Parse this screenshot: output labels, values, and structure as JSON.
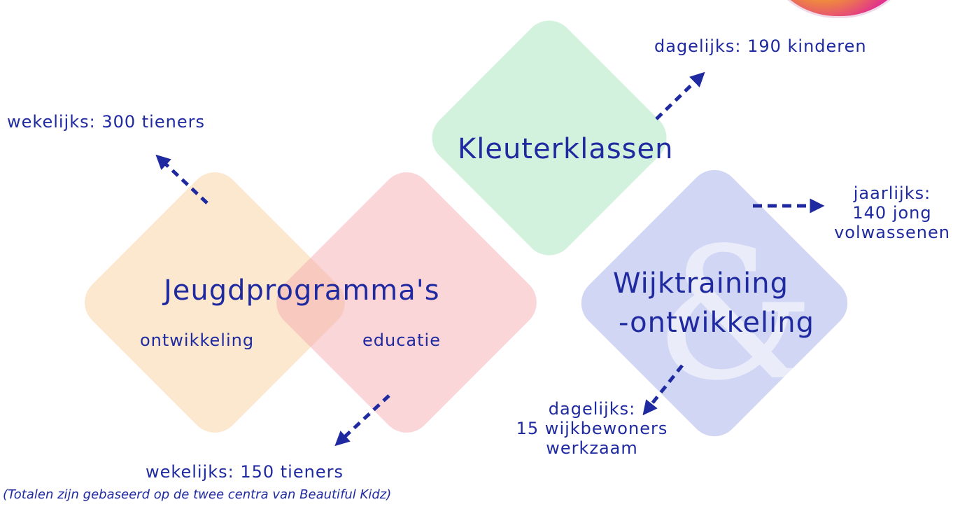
{
  "diagram": {
    "center_labels": {
      "kleuterklassen": "Kleuterklassen",
      "jeugd": "Jeugdprogramma's",
      "ontwikkeling": "ontwikkeling",
      "educatie": "educatie",
      "wijk_line1": "Wijktraining",
      "wijk_line2": "-ontwikkeling",
      "ampersand": "&"
    },
    "annotations": {
      "dagelijks_190": "dagelijks: 190 kinderen",
      "wekelijks_300": "wekelijks: 300 tieners",
      "jaarlijks_line1": "jaarlijks:",
      "jaarlijks_line2": "140 jong",
      "jaarlijks_line3": "volwassenen",
      "dagelijks_15_line1": "dagelijks:",
      "dagelijks_15_line2": "15 wijkbewoners",
      "dagelijks_15_line3": "werkzaam",
      "wekelijks_150": "wekelijks: 150 tieners"
    },
    "footnote": "(Totalen zijn gebaseerd op de twee centra van Beautiful Kidz)",
    "colors": {
      "text": "#1f2aa0",
      "arrow": "#1f2aa0",
      "orange": "#fad6a8",
      "pink": "#f5a5aa",
      "green": "#a8e6be",
      "blue": "#96a5e6"
    }
  }
}
